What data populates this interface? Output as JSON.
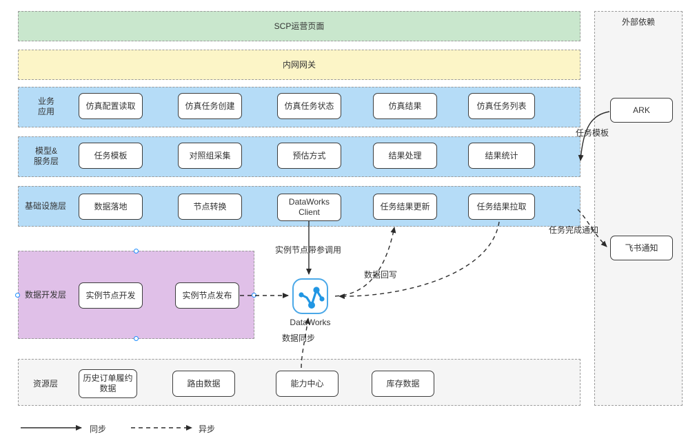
{
  "diagram": {
    "title_hidden": "",
    "bands": [
      {
        "id": "scp",
        "label": "SCP运营页面",
        "fill": "#c9e7cd"
      },
      {
        "id": "gateway",
        "label": "内网网关",
        "fill": "#fcf5c7"
      },
      {
        "id": "business",
        "label": "业务\n应用",
        "fill": "#b5dcf7"
      },
      {
        "id": "model",
        "label": "模型&\n服务层",
        "fill": "#b5dcf7"
      },
      {
        "id": "infra",
        "label": "基础设施层",
        "fill": "#b5dcf7"
      },
      {
        "id": "datadev",
        "label": "数据开发层",
        "fill": "#e0c0e8"
      },
      {
        "id": "resource",
        "label": "资源层",
        "fill": "#f5f5f5"
      },
      {
        "id": "external",
        "label": "外部依赖",
        "fill": "#f5f5f5"
      }
    ],
    "business_nodes": [
      "仿真配置读取",
      "仿真任务创建",
      "仿真任务状态",
      "仿真结果",
      "仿真任务列表"
    ],
    "model_nodes": [
      "任务模板",
      "对照组采集",
      "预估方式",
      "结果处理",
      "结果统计"
    ],
    "infra_nodes": [
      "数据落地",
      "节点转换",
      "DataWorks\nClient",
      "任务结果更新",
      "任务结果拉取"
    ],
    "datadev_nodes": [
      "实例节点开发",
      "实例节点发布"
    ],
    "resource_nodes": [
      "历史订单履约\n数据",
      "路由数据",
      "能力中心",
      "库存数据"
    ],
    "external_nodes": [
      "ARK",
      "飞书通知"
    ],
    "dataworks": {
      "caption": "DataWorks",
      "icon": "dataworks-graph-icon",
      "accent": "#2196e3"
    },
    "edge_labels": {
      "param_call": "实例节点带参调用",
      "data_writeback": "数据回写",
      "data_sync": "数据同步",
      "task_template": "任务模板",
      "task_done_notify": "任务完成通知"
    },
    "legend": [
      {
        "style": "solid",
        "label": "同步"
      },
      {
        "style": "dashed",
        "label": "异步"
      }
    ],
    "colors": {
      "green": "#c9e7cd",
      "yellow": "#fcf5c7",
      "blue": "#b5dcf7",
      "purple": "#e0c0e8",
      "grey": "#f5f5f5",
      "selection": "#1a8cff",
      "stroke": "#3c3c3c"
    }
  }
}
